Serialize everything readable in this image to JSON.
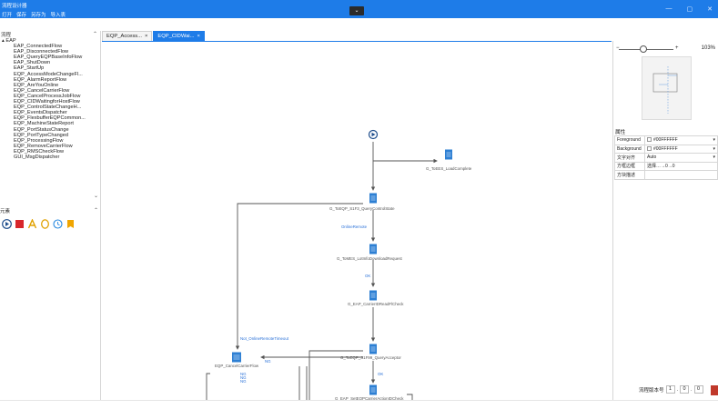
{
  "window": {
    "title": "流程设计器",
    "menu": [
      "打开",
      "保存",
      "另存为",
      "导入表"
    ],
    "collapse_glyph": "⌄",
    "controls": [
      "—",
      "▢",
      "✕"
    ]
  },
  "left_panel": {
    "header": "流程",
    "tree_root": "EAP",
    "tree_items": [
      "EAP_ConnectedFlow",
      "EAP_DisconnectedFlow",
      "EAP_QueryEQPBaseInfoFlow",
      "EAP_ShutDown",
      "EAP_StartUp",
      "EQP_AccessModeChangeFl...",
      "EQP_AlarmReportFlow",
      "EQP_AreYouOnline",
      "EQP_CancelCarrierFlow",
      "EQP_CancelProcessJobFlow",
      "EQP_CIDWaitingforHostFlow",
      "EQP_ControlStateChangeH...",
      "EQP_EventsDispatcher",
      "EQP_FlexbufferEQPCommon...",
      "EQP_MachineStateReport",
      "EQP_PortStatusChange",
      "EQP_PortTypeChanged",
      "EQP_ProcessingFlow",
      "EQP_RemoveCarrierFlow",
      "EQP_RMSCheckFlow",
      "GUI_MsgDispatcher"
    ],
    "section2_header": " ",
    "section3_header": "元素"
  },
  "tabs": [
    {
      "label": "EQP_Access...",
      "close": "×",
      "active": false
    },
    {
      "label": "EQP_CIDWai...",
      "close": "×",
      "active": true
    }
  ],
  "canvas": {
    "nodes": [
      {
        "label": "G_ToEES_LoadComplete"
      },
      {
        "label": "G_ToEQP_S1F3_QueryControlState"
      },
      {
        "label": "G_ToMES_LotInfoDownloadRequest"
      },
      {
        "label": "G_EAP_CarrierIDReadFlCheck"
      },
      {
        "label": "G_ToEQP_S1F99_QueryAcceptor"
      },
      {
        "label": "EQP_CancelCarrierFlow"
      },
      {
        "label": "G_EAP_SetEQPCarrierActionIDCheck"
      }
    ],
    "edge_labels": [
      "OnlineRemote",
      "OK",
      "Not_OnlineRemoteTimeout",
      "NG",
      "OK",
      "NG",
      "NG",
      "NG"
    ]
  },
  "right_panel": {
    "zoom_minus": "−",
    "zoom_plus": "+",
    "zoom_value": "103%",
    "zoom_level_pct": 45,
    "properties_title": "属性",
    "properties": [
      {
        "key": "Foreground",
        "value": "#00FFFFFF",
        "dropdown": "▾"
      },
      {
        "key": "Background",
        "value": "#00FFFFFF",
        "dropdown": "▾"
      },
      {
        "key": "文字对齐",
        "value": "Auto",
        "dropdown": "▾"
      },
      {
        "key": "方框边框",
        "value": "选择…→0→0",
        "dropdown": ""
      },
      {
        "key": "方块描述",
        "value": "",
        "dropdown": ""
      }
    ]
  },
  "version_bar": {
    "label": "流程版本号",
    "major": "1",
    "minor": "0",
    "patch": "0",
    "dot": "."
  },
  "colors": {
    "accent": "#1e7ce8",
    "node_blue": "#2d7fd3",
    "connector": "#555555",
    "start_node": "#1f4e8c",
    "status_red": "#c0392b"
  }
}
